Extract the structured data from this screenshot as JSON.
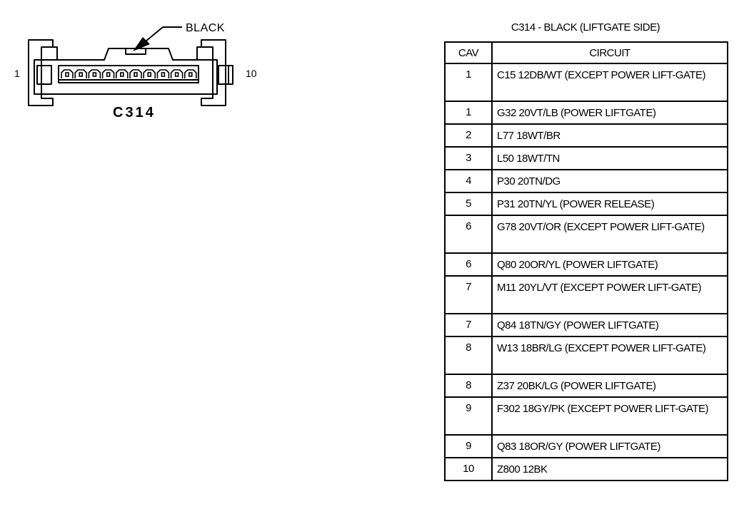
{
  "connector": {
    "name": "C314",
    "color_label": "BLACK",
    "pin_left": "1",
    "pin_right": "10"
  },
  "table": {
    "title": "C314 - BLACK (LIFTGATE SIDE)",
    "headers": {
      "cav": "CAV",
      "circuit": "CIRCUIT"
    },
    "rows": [
      {
        "cav": "1",
        "circuit": "C15 12DB/WT (EXCEPT POWER LIFT-GATE)",
        "lines": 2
      },
      {
        "cav": "1",
        "circuit": "G32 20VT/LB (POWER LIFTGATE)",
        "lines": 1
      },
      {
        "cav": "2",
        "circuit": "L77 18WT/BR",
        "lines": 1
      },
      {
        "cav": "3",
        "circuit": "L50 18WT/TN",
        "lines": 1
      },
      {
        "cav": "4",
        "circuit": "P30 20TN/DG",
        "lines": 1
      },
      {
        "cav": "5",
        "circuit": "P31 20TN/YL (POWER RELEASE)",
        "lines": 1
      },
      {
        "cav": "6",
        "circuit": "G78 20VT/OR (EXCEPT POWER LIFT-GATE)",
        "lines": 2
      },
      {
        "cav": "6",
        "circuit": "Q80 20OR/YL (POWER LIFTGATE)",
        "lines": 1
      },
      {
        "cav": "7",
        "circuit": "M11 20YL/VT (EXCEPT POWER LIFT-GATE)",
        "lines": 2
      },
      {
        "cav": "7",
        "circuit": "Q84 18TN/GY (POWER LIFTGATE)",
        "lines": 1
      },
      {
        "cav": "8",
        "circuit": "W13 18BR/LG (EXCEPT POWER LIFT-GATE)",
        "lines": 2
      },
      {
        "cav": "8",
        "circuit": "Z37 20BK/LG (POWER LIFTGATE)",
        "lines": 1
      },
      {
        "cav": "9",
        "circuit": "F302 18GY/PK (EXCEPT POWER LIFT-GATE)",
        "lines": 2
      },
      {
        "cav": "9",
        "circuit": "Q83 18OR/GY (POWER LIFTGATE)",
        "lines": 1
      },
      {
        "cav": "10",
        "circuit": "Z800 12BK",
        "lines": 1
      }
    ]
  }
}
